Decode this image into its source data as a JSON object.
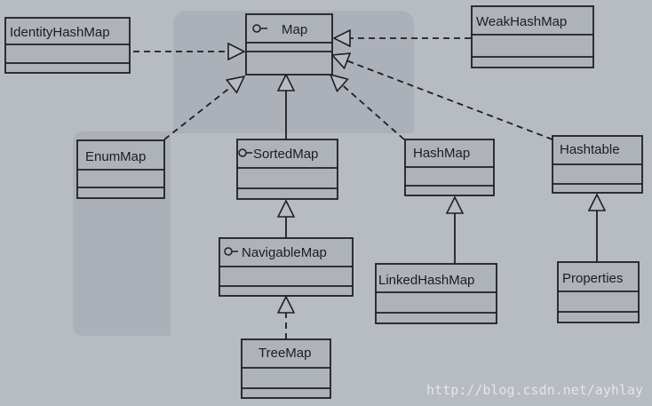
{
  "diagram": {
    "classes": {
      "map": "Map",
      "identity_hash_map": "IdentityHashMap",
      "weak_hash_map": "WeakHashMap",
      "enum_map": "EnumMap",
      "sorted_map": "SortedMap",
      "hash_map": "HashMap",
      "hashtable": "Hashtable",
      "navigable_map": "NavigableMap",
      "linked_hash_map": "LinkedHashMap",
      "properties": "Properties",
      "tree_map": "TreeMap"
    },
    "watermark": "http://blog.csdn.net/ayhlay",
    "colors": {
      "background": "#b7bcc2",
      "highlight_region": "#a8aeb5",
      "box_fill": "#aeb3ba",
      "line": "#1f1f1f"
    }
  }
}
